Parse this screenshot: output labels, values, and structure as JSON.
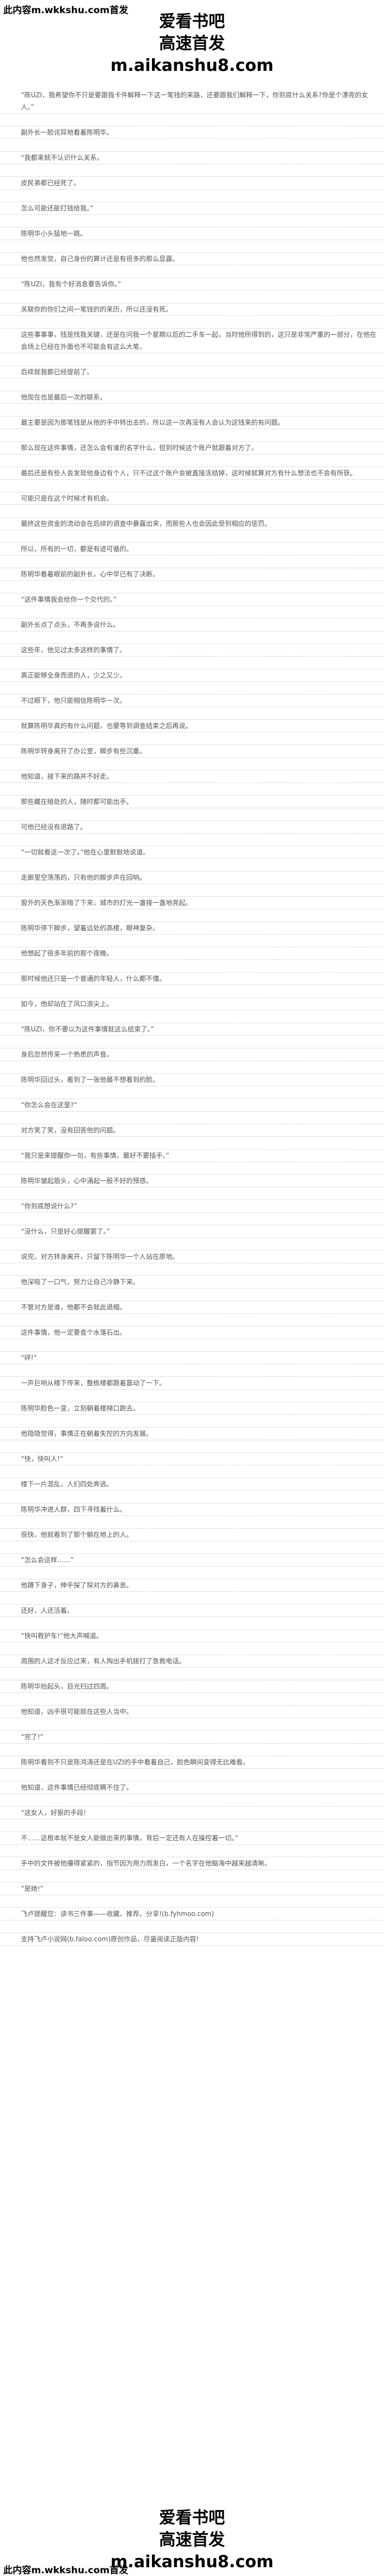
{
  "header": {
    "top_line": "此内容m.wkkshu.com首发",
    "banner": [
      "爱看书吧",
      "高速首发",
      "m.aikanshu8.com"
    ]
  },
  "paragraphs": [
    "“陈UZI，我希望你不只是要跟我卡件解释一下这一笔钱的来路，还要跟我们解释一下，你到底什么关系?你是个漂亮的女人。”",
    "",
    "副外长一脸诧异地看着陈明华。",
    "",
    "“我都来就不认识什么关系。",
    "",
    "皮民弟都已经死了。",
    "",
    "怎么可能还能打钱给我。”",
    "",
    "陈明华小头猛地一跳。",
    "",
    "他也然发觉，自己身份的算计还是有很多的那么显露。",
    "",
    "“陈UZI，我有个好消息要告诉你。”",
    "",
    "关联你的你们之间一笔钱的的来历，所以还没有死。",
    "",
    "这些事事事，钱是找我关键，还是在问我一个星期以后的二手车一起，当时他所得到的，这只是非常严重的一部分，在他在会场上已经在外面也不可能会有这么大笔，",
    "",
    "后续就我都已经提前了。",
    "",
    "他现在也是最后一次的联系。",
    "",
    "最主要是因为那笔钱是从他的手中转出去的，所以这一次再没有人会认为这钱来的有问题。",
    "",
    "那么现在这件事情，还怎么会有谁的名字什么，但到时候这个账户就跟着对方了。",
    "",
    "最后还是有些人会发现他身边有个人，只不过这个账户会被直接冻结掉，这时候就算对方有什么想法也不会有所获。",
    "",
    "可能只是在这个时候才有机会。",
    "",
    "最终这些资金的流动会在后续的调查中暴露出来，而那些人也会因此受到相应的惩罚。",
    "",
    "所以，所有的一切，都是有迹可循的。",
    "",
    "陈明华看着眼前的副外长，心中早已有了决断。",
    "",
    "“这件事情我会给你一个交代的。”",
    "",
    "副外长点了点头，不再多说什么。",
    "",
    "这些年，他见过太多这样的事情了。",
    "",
    "真正能够全身而退的人，少之又少。",
    "",
    "不过眼下，他只能相信陈明华一次。",
    "",
    "就算陈明华真的有什么问题，也要等到调查结束之后再说。",
    "",
    "陈明华转身离开了办公室，脚步有些沉重。",
    "",
    "他知道，接下来的路并不好走。",
    "",
    "那些藏在暗处的人，随时都可能出手。",
    "",
    "可他已经没有退路了。",
    "",
    "“一切就看这一次了。”他在心里默默地说道。",
    "",
    "走廊里空荡荡的，只有他的脚步声在回响。",
    "",
    "窗外的天色渐渐暗了下来，城市的灯光一盏接一盏地亮起。",
    "",
    "陈明华停下脚步，望着远处的高楼，眼神复杂。",
    "",
    "他想起了很多年前的那个夜晚。",
    "",
    "那时候他还只是一个普通的年轻人，什么都不懂。",
    "",
    "如今，他却站在了风口浪尖上。",
    "",
    "“陈UZI，你不要以为这件事情就这么结束了。”",
    "",
    "身后忽然传来一个熟悉的声音。",
    "",
    "陈明华回过头，看到了一张他最不想看到的脸。",
    "",
    "“你怎么会在这里?”",
    "",
    "对方笑了笑，没有回答他的问题。",
    "",
    "“我只是来提醒你一句，有些事情，最好不要插手。”",
    "",
    "陈明华皱起眉头，心中涌起一股不好的预感。",
    "",
    "“你到底想说什么?”",
    "",
    "“没什么，只是好心提醒罢了。”",
    "",
    "说完，对方转身离开，只留下陈明华一个人站在原地。",
    "",
    "他深吸了一口气，努力让自己冷静下来。",
    "",
    "不管对方是谁，他都不会就此退缩。",
    "",
    "这件事情，他一定要查个水落石出。",
    "",
    "“砰!”",
    "",
    "一声巨响从楼下传来，整栋楼都跟着震动了一下。",
    "",
    "陈明华脸色一变，立刻朝着楼梯口跑去。",
    "",
    "他隐隐觉得，事情正在朝着失控的方向发展。",
    "",
    "“快，快叫人!”",
    "",
    "楼下一片混乱，人们四处奔逃。",
    "",
    "陈明华冲进人群，四下寻找着什么。",
    "",
    "很快，他就看到了那个躺在地上的人。",
    "",
    "“怎么会这样……”",
    "",
    "他蹲下身子，伸手探了探对方的鼻息。",
    "",
    "还好，人还活着。",
    "",
    "“快叫救护车!”他大声喊道。",
    "",
    "周围的人这才反应过来，有人掏出手机拨打了急救电话。",
    "",
    "陈明华抬起头，目光扫过四周。",
    "",
    "他知道，凶手很可能就在这些人当中。",
    "",
    "“完了!”",
    "",
    "陈明华看到不只是陈鸿涛还是在UZI的手中看着自己，脸色瞬间变得无比难看。",
    "",
    "他知道，这件事情已经彻底瞒不住了。",
    "",
    "“这女人，好狠的手段!",
    "",
    "不……这根本就不是女人能做出来的事情，背后一定还有人在操控着一切。”",
    "",
    "手中的文件被他攥得紧紧的，指节因为用力而发白，一个名字在他脑海中越来越清晰。",
    "",
    "“是她!”",
    "",
    "飞卢提醒您：读书三件事——收藏、推荐、分享!(b.fyhmoo.com)",
    "",
    "支持飞卢小说网(b.faloo.com)原创作品，尽量阅读正版内容!"
  ],
  "footer": {
    "banner": [
      "爱看书吧",
      "高速首发",
      "m.aikanshu8.com"
    ],
    "bottom_line": "此内容m.wkkshu.com首发"
  }
}
